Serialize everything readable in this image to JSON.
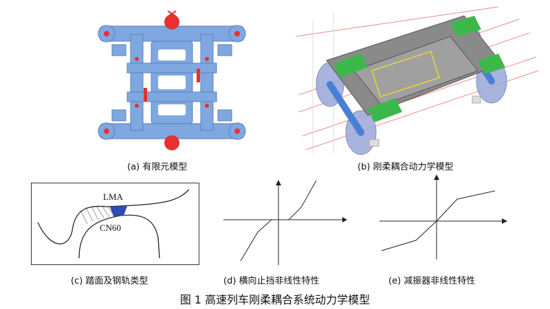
{
  "figure": {
    "title": "图 1 高速列车刚柔耦合系统动力学模型",
    "panels": {
      "a": {
        "caption": "(a) 有限元模型"
      },
      "b": {
        "caption": "(b) 刚柔耦合动力学模型"
      },
      "c": {
        "caption": "(c) 踏面及钢轨类型",
        "label_wheel": "LMA",
        "label_rail": "CN60"
      },
      "d": {
        "caption": "(d) 横向止挡非线性特性"
      },
      "e": {
        "caption": "(e) 减振器非线性特性"
      }
    }
  },
  "colors": {
    "fe_frame": "#7fa8e0",
    "fe_node": "#e8312e",
    "mbs_green": "#3cb84a",
    "mbs_blue": "#4a7fd6",
    "mbs_gray": "#8a8a8a"
  }
}
